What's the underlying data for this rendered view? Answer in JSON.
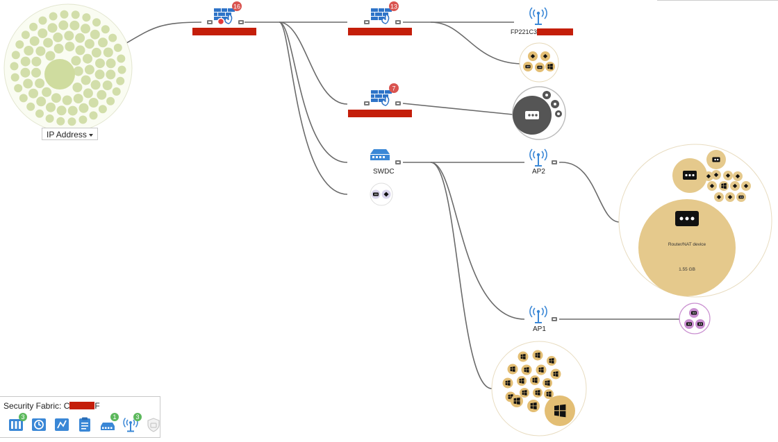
{
  "colors": {
    "redaction": "#c41e0a",
    "fortigate_blue": "#2f74c8",
    "link_gray": "#666666",
    "ip_bubble": "#d2deaa",
    "device_gold": "#e3be74",
    "switch_purple": "#d9d4ec",
    "ap1_magenta": "#c98fd0",
    "badge_red": "#d9534f",
    "badge_green": "#5cb85c"
  },
  "topology": {
    "root": {
      "badge": "16",
      "icon": "fortigate-firewall-icon"
    },
    "fortigate_top": {
      "badge": "13",
      "icon": "fortigate-firewall-icon"
    },
    "fortigate_mid": {
      "badge": "7",
      "icon": "fortigate-firewall-icon"
    },
    "ap_top": {
      "label": "FP221C3",
      "icon": "wifi-access-point-icon"
    },
    "switch": {
      "label": "SWDC",
      "icon": "fortiswitch-icon"
    },
    "ap2": {
      "label": "AP2",
      "icon": "wifi-access-point-icon"
    },
    "ap1": {
      "label": "AP1",
      "icon": "wifi-access-point-icon"
    },
    "router_bubble": {
      "label": "Router/NAT device",
      "size": "1.55 GB"
    }
  },
  "ip_dropdown": {
    "label": "IP Address"
  },
  "fabric_panel": {
    "title": "Security Fabric: C",
    "title_suffix": "F",
    "icons": [
      {
        "name": "devices-icon",
        "count": "3"
      },
      {
        "name": "clock-icon",
        "count": ""
      },
      {
        "name": "topology-icon",
        "count": ""
      },
      {
        "name": "clipboard-icon",
        "count": ""
      },
      {
        "name": "switch-icon",
        "count": "1"
      },
      {
        "name": "access-point-icon",
        "count": "3"
      },
      {
        "name": "shield-disabled-icon",
        "count": ""
      }
    ]
  }
}
